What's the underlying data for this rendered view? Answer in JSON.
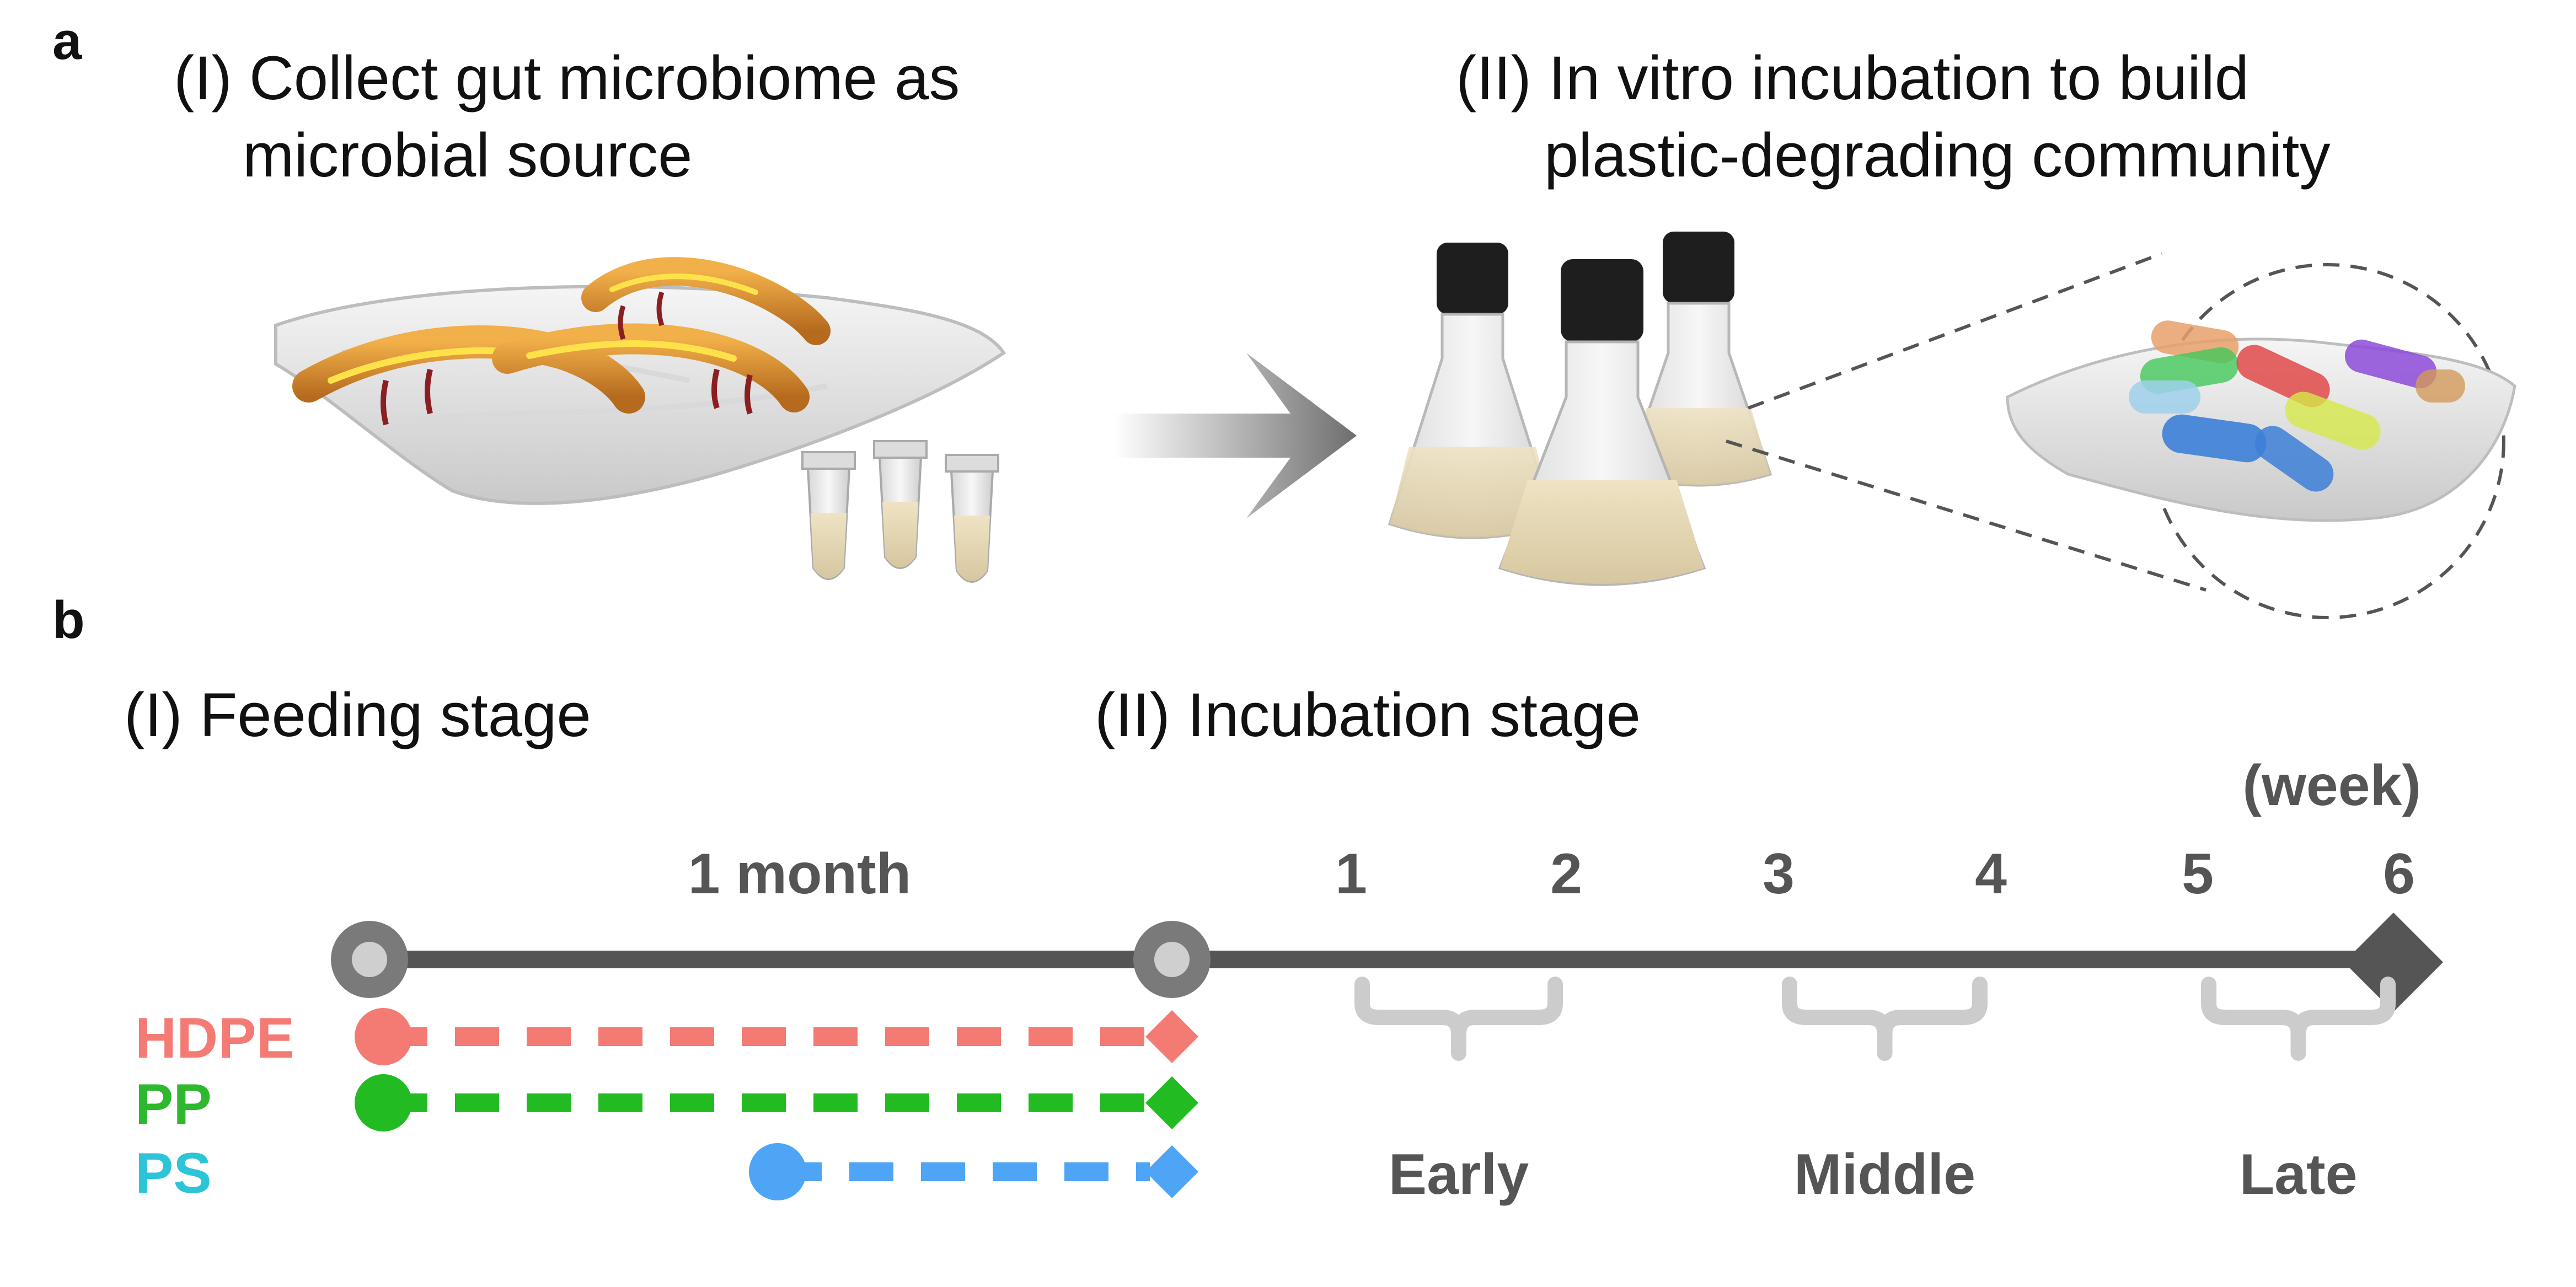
{
  "panel_a": {
    "letter": "a",
    "step1_line1": "(I) Collect gut microbiome as",
    "step1_line2": "microbial source",
    "step2_line1": "(II) In vitro incubation to build",
    "step2_line2": "plastic-degrading community"
  },
  "panel_b": {
    "letter": "b",
    "feeding_label": "(I) Feeding stage",
    "incubation_label": "(II) Incubation stage",
    "duration_label": "1 month",
    "unit_label": "(week)",
    "weeks": [
      "1",
      "2",
      "3",
      "4",
      "5",
      "6"
    ],
    "phases": [
      "Early",
      "Middle",
      "Late"
    ],
    "plastics": [
      {
        "name": "HDPE",
        "color": "#f47a74",
        "label_color": "#f47a74"
      },
      {
        "name": "PP",
        "color": "#22bb22",
        "label_color": "#2db82d"
      },
      {
        "name": "PS",
        "color": "#4ea5f5",
        "label_color": "#2ec4d8"
      }
    ]
  },
  "colors": {
    "timeline": "#555555",
    "bracket": "#cccccc",
    "worm": "#d98a2b",
    "flask_cap": "#1e1e1e"
  }
}
